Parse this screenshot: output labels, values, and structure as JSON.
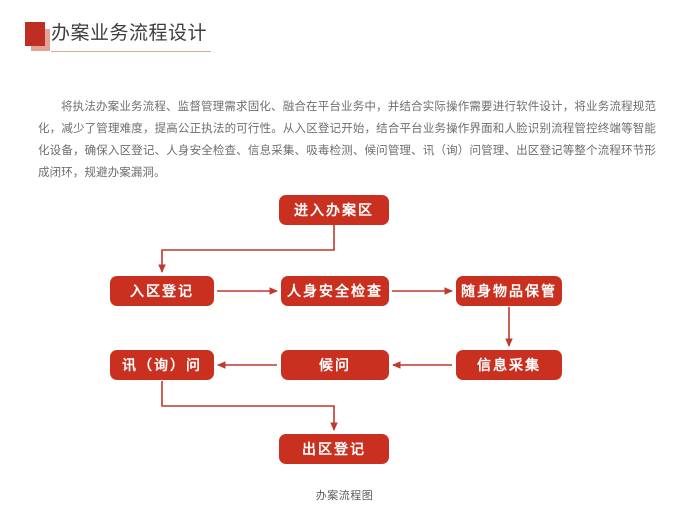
{
  "title": {
    "text": "办案业务流程设计",
    "marker_color": "#bf2e22",
    "marker_shadow_color": "#e3a396",
    "underline_color": "#dba79c"
  },
  "paragraph": {
    "text": "将执法办案业务流程、监督管理需求固化、融合在平台业务中，并结合实际操作需要进行软件设计，将业务流程规范化，减少了管理难度，提高公正执法的可行性。从入区登记开始，结合平台业务操作界面和人脸识别流程管控终端等智能化设备，确保入区登记、人身安全检查、信息采集、吸毒检测、候问管理、讯（询）问管理、出区登记等整个流程环节形成闭环，规避办案漏洞。"
  },
  "flowchart": {
    "accent_color": "#c9301f",
    "connector_color": "#c0392b",
    "nodes": [
      {
        "id": "enter",
        "label": "进入办案区"
      },
      {
        "id": "reg",
        "label": "入区登记"
      },
      {
        "id": "safety",
        "label": "人身安全检查"
      },
      {
        "id": "belong",
        "label": "随身物品保管"
      },
      {
        "id": "collect",
        "label": "信息采集"
      },
      {
        "id": "wait",
        "label": "候问"
      },
      {
        "id": "interro",
        "label": "讯（询）问"
      },
      {
        "id": "exit",
        "label": "出区登记"
      }
    ]
  },
  "caption": {
    "text": "办案流程图"
  }
}
